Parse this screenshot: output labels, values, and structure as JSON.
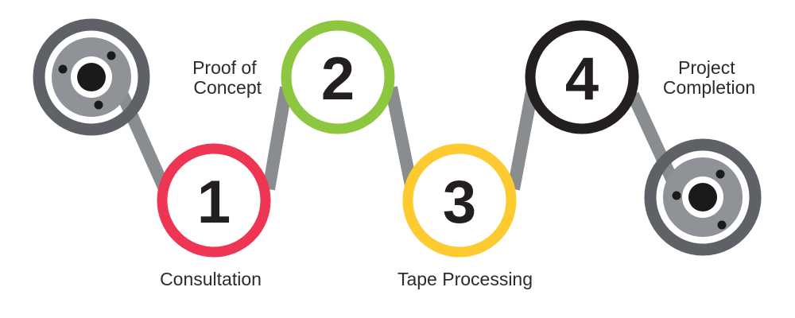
{
  "colors": {
    "tape": "#8a8d90",
    "reel_outer": "#5e6266",
    "reel_inner": "#8f9296",
    "hub": "#1a1a1a",
    "step1": "#ee3554",
    "step2": "#8dc63f",
    "step3": "#fdcb2f",
    "step4": "#231f20",
    "number": "#231f20",
    "label": "#2b2b2b"
  },
  "steps": [
    {
      "number": "1",
      "label": "Consultation"
    },
    {
      "number": "2",
      "label_lines": [
        "Proof of",
        "Concept"
      ]
    },
    {
      "number": "3",
      "label": "Tape Processing"
    },
    {
      "number": "4",
      "label_lines": [
        "Project",
        "Completion"
      ]
    }
  ],
  "icons": {
    "left_reel": "tape-reel-icon",
    "right_reel": "tape-reel-icon"
  }
}
